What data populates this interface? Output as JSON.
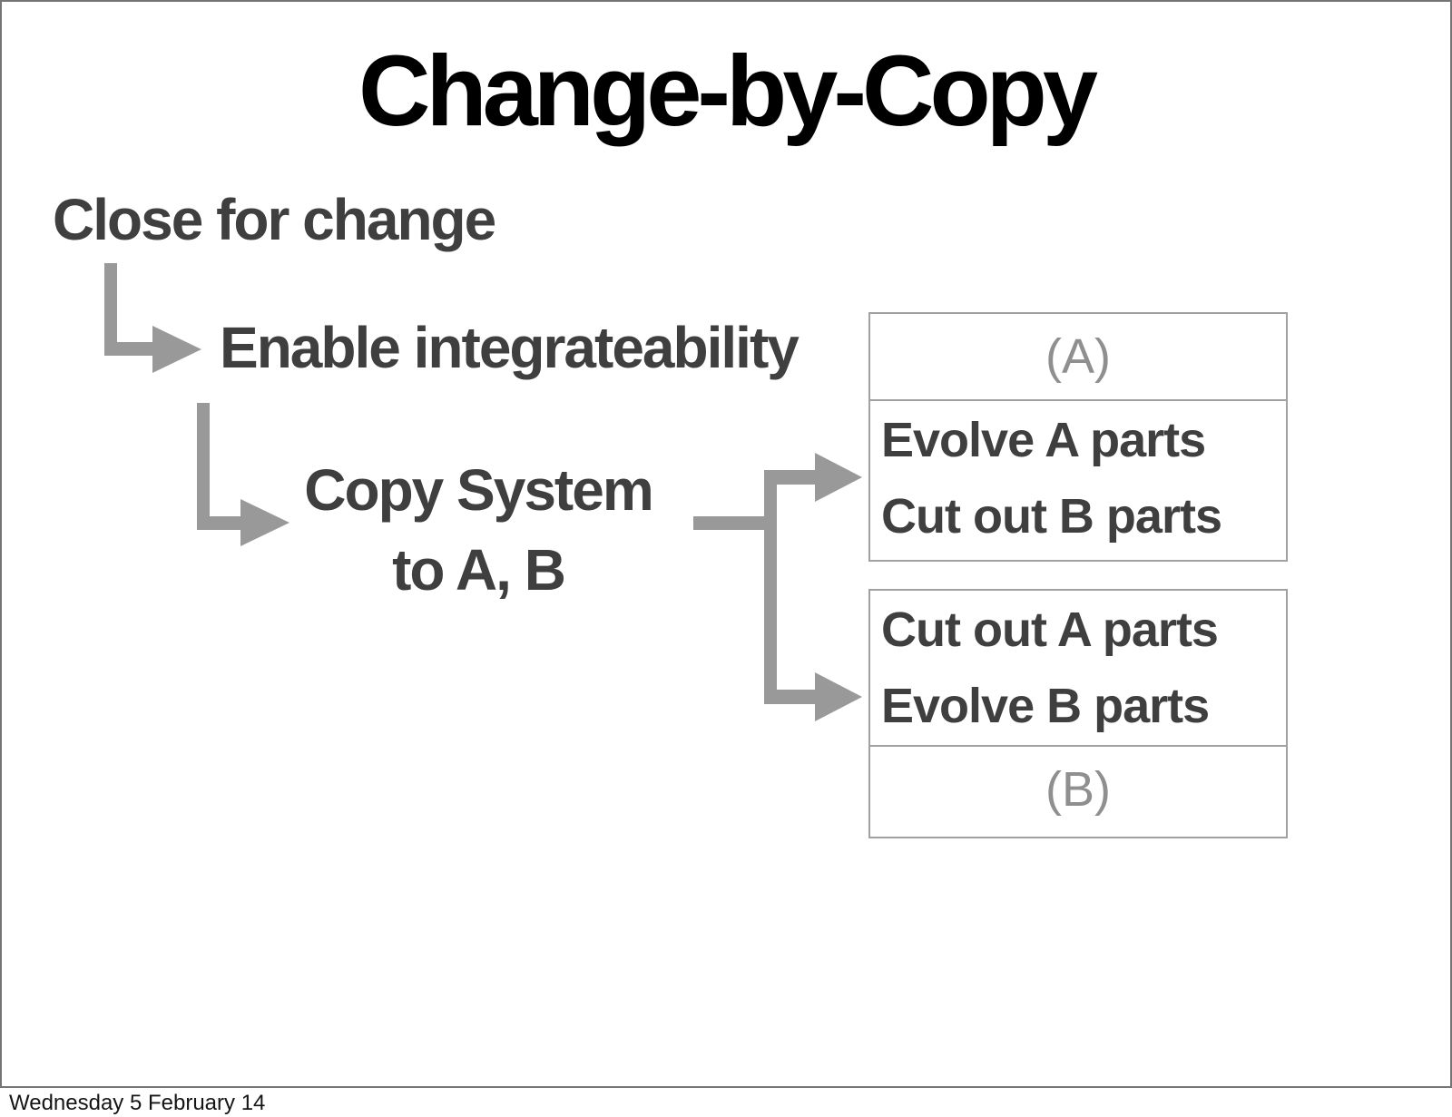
{
  "title": "Change-by-Copy",
  "flow": {
    "step1": "Close for change",
    "step2": "Enable integrateability",
    "step3_line1": "Copy System",
    "step3_line2": "to A, B"
  },
  "box_a": {
    "tag": "(A)",
    "line1": "Evolve A parts",
    "line2": "Cut out B parts"
  },
  "box_b": {
    "line1": "Cut out A parts",
    "line2": "Evolve B parts",
    "tag": "(B)"
  },
  "footer": {
    "date": "Wednesday 5 February 14"
  },
  "colors": {
    "title_text": "#000000",
    "body_text": "#3f3f3f",
    "arrow": "#999999",
    "box_border": "#a1a1a1",
    "tag_text": "#8f8f8f",
    "slide_border": "#757575",
    "background": "#ffffff"
  }
}
